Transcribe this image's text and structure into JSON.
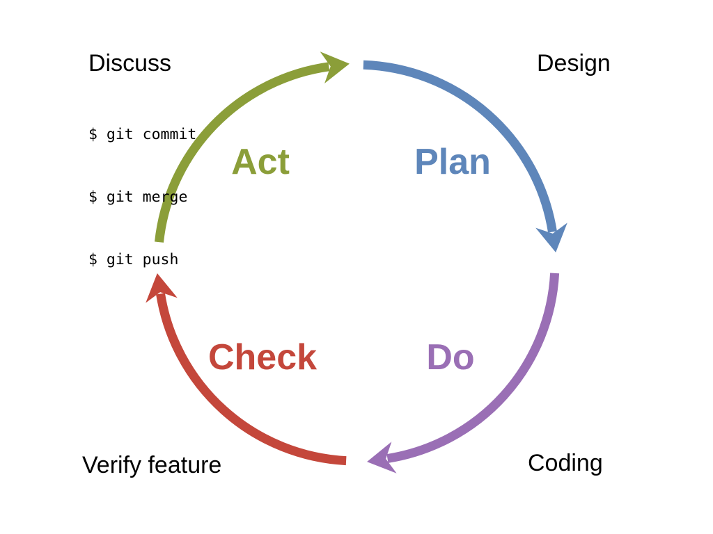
{
  "colors": {
    "act": "#8b9e39",
    "plan": "#5e86ba",
    "do": "#9a6fb5",
    "check": "#c4473b",
    "label_text": "#000000"
  },
  "phases": {
    "act": "Act",
    "plan": "Plan",
    "do": "Do",
    "check": "Check"
  },
  "outer_labels": {
    "discuss": "Discuss",
    "design": "Design",
    "coding": "Coding",
    "verify_feature": "Verify feature"
  },
  "git_commands": [
    "$ git commit",
    "$ git merge",
    "$ git push"
  ]
}
